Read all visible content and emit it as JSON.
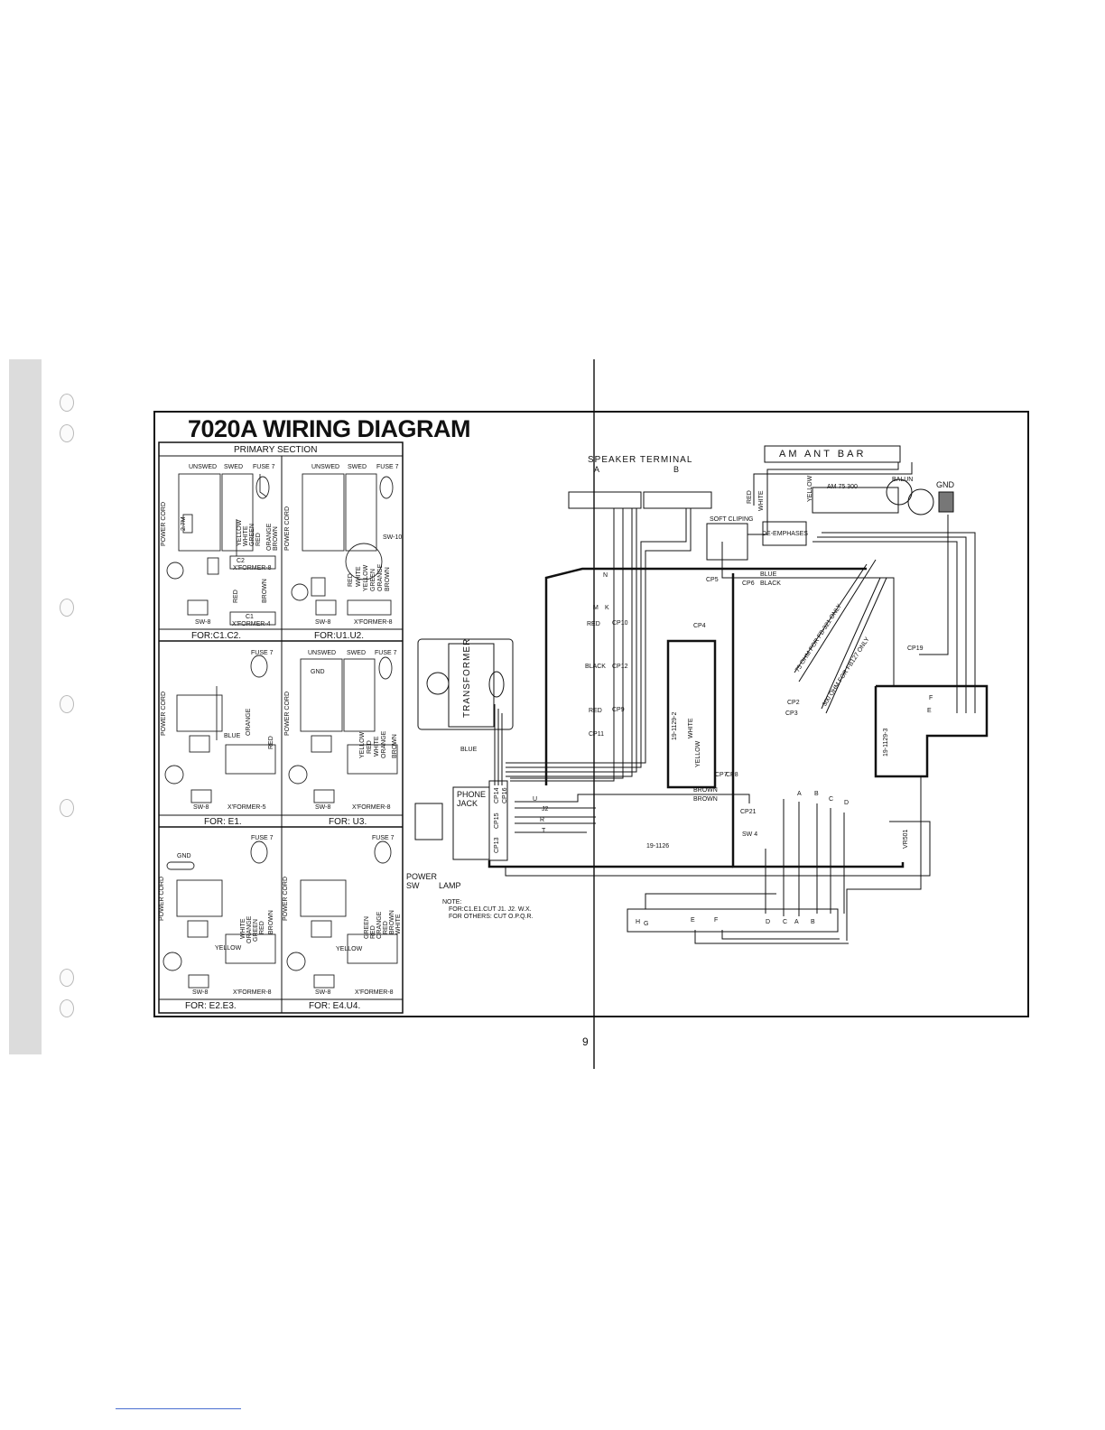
{
  "title": "7020A WIRING DIAGRAM",
  "primary": {
    "section_title": "PRIMARY SECTION",
    "panels": [
      {
        "caption": "FOR:C1.C2.",
        "top": [
          "UNSWED",
          "SWED",
          "FUSE 7"
        ],
        "switch": "SW-8",
        "xformer": "X'FORMER-4",
        "other": [
          "C2",
          "X'FORMER-8",
          "C1",
          "RED",
          "BROWN",
          "2.7M",
          "POWER CORD"
        ],
        "wires": [
          "YELLOW",
          "WHITE",
          "GREEN",
          "RED",
          "ORANGE",
          "BROWN"
        ]
      },
      {
        "caption": "FOR:U1.U2.",
        "top": [
          "UNSWED",
          "SWED",
          "FUSE 7"
        ],
        "switch": "SW-8",
        "xformer": "X'FORMER-8",
        "other": [
          "SW-10",
          "POWER CORD"
        ],
        "wires": [
          "RED",
          "WHITE",
          "YELLOW",
          "GREEN",
          "ORANGE",
          "BROWN"
        ]
      },
      {
        "caption": "FOR: E1.",
        "top": [
          "FUSE 7"
        ],
        "switch": "SW-8",
        "xformer": "X'FORMER-5",
        "other": [
          "BLUE",
          "POWER CORD"
        ],
        "wires": [
          "ORANGE",
          "RED"
        ]
      },
      {
        "caption": "FOR: U3.",
        "top": [
          "UNSWED",
          "SWED",
          "FUSE 7"
        ],
        "switch": "SW-8",
        "xformer": "X'FORMER-8",
        "other": [
          "GND",
          "POWER CORD"
        ],
        "wires": [
          "YELLOW",
          "RED",
          "WHITE",
          "ORANGE",
          "BROWN"
        ]
      },
      {
        "caption": "FOR: E2.E3.",
        "top": [
          "GND",
          "FUSE 7"
        ],
        "switch": "SW-8",
        "xformer": "X'FORMER-8",
        "other": [
          "YELLOW",
          "POWER CORD"
        ],
        "wires": [
          "WHITE",
          "ORANGE",
          "GREEN",
          "RED",
          "BROWN"
        ]
      },
      {
        "caption": "FOR: E4.U4.",
        "top": [
          "FUSE 7"
        ],
        "switch": "SW-8",
        "xformer": "X'FORMER-8",
        "other": [
          "YELLOW",
          "POWER CORD"
        ],
        "wires": [
          "GREEN",
          "RED",
          "ORANGE",
          "RED",
          "BROWN",
          "WHITE"
        ]
      }
    ]
  },
  "main": {
    "speaker_terminal": "SPEAKER TERMINAL",
    "speaker_a": "A",
    "speaker_b": "B",
    "am_ant_bar": "AM ANT BAR",
    "gnd": "GND",
    "balun": "BALUN",
    "antenna": "AM  75  300",
    "soft_clipping": "SOFT CLIPING",
    "de_emphasis": "DE-EMPHASES",
    "transformer": "TRANSFORMER",
    "phone_jack": "PHONE JACK",
    "power_sw": "POWER SW",
    "lamp": "LAMP",
    "note_title": "NOTE:",
    "note_lines": [
      "FOR:C1.E1.CUT J1. J2. W.X.",
      "FOR OTHERS: CUT O.P.Q.R."
    ],
    "board_main": "19-1129-2",
    "board_right": "19-1129-3",
    "board_bottom": "19-1126",
    "vr501": "VR501",
    "sw4": "SW 4",
    "ohm75": "75 OHM FOR FB-321 ONLY",
    "ohm300": "300 OHM FOR FB127 ONLY",
    "cp_labels": [
      "CP5",
      "CP6",
      "CP4",
      "CP10",
      "CP12",
      "CP9",
      "CP11",
      "CP19",
      "CP2",
      "CP3",
      "CP7",
      "CP8",
      "CP21",
      "CP14",
      "CP13",
      "CP15",
      "CP16"
    ],
    "wire_labels": [
      "RED",
      "BLACK",
      "RED",
      "BLUE",
      "BLUE",
      "BLACK",
      "BROWN",
      "BROWN",
      "WHITE",
      "YELLOW",
      "RED",
      "WHITE",
      "YELLOW"
    ],
    "letters": [
      "N",
      "M",
      "K",
      "U",
      "J2",
      "R",
      "T",
      "A",
      "B",
      "C",
      "D",
      "E",
      "F",
      "H",
      "G",
      "D",
      "C",
      "A",
      "B",
      "F",
      "E"
    ]
  },
  "page_number": "9"
}
